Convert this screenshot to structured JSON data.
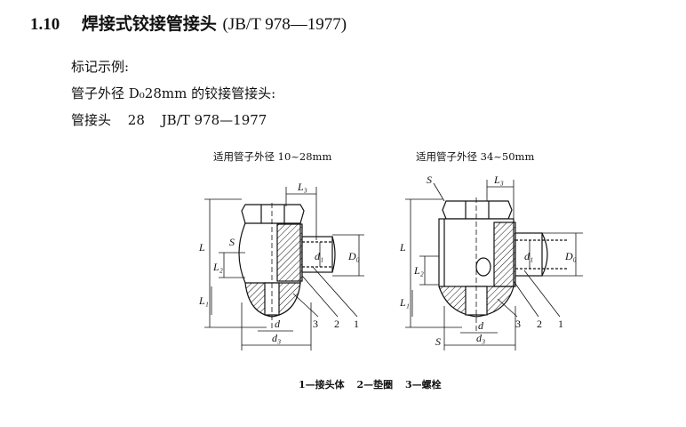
{
  "heading": {
    "number": "1.10",
    "title": "焊接式铰接管接头",
    "standard": "(JB/T 978—1977)"
  },
  "example": {
    "label": "标记示例:",
    "description": "管子外径 D₀28mm 的铰接管接头:",
    "mark_name": "管接头",
    "mark_size": "28",
    "mark_std": "JB/T 978—1977"
  },
  "figures": {
    "left_caption": "适用管子外径 10~28mm",
    "right_caption": "适用管子外径 34~50mm",
    "labels": {
      "L": "L",
      "L1": "L₁",
      "L2": "L₂",
      "L3": "L₃",
      "S": "S",
      "d": "d",
      "d1": "d₁",
      "d3": "d₃",
      "D0": "D₀",
      "n1": "1",
      "n2": "2",
      "n3": "3"
    }
  },
  "legend": [
    "1—接头体",
    "2—垫圈",
    "3—螺栓"
  ]
}
